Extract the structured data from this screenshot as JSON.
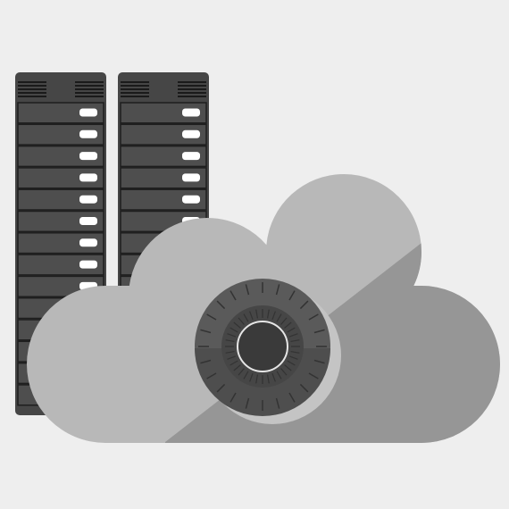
{
  "illustration": {
    "subject": "cloud-server-security",
    "icons": [
      "server-rack-icon",
      "server-rack-icon",
      "cloud-icon",
      "combination-lock-icon"
    ]
  },
  "colors": {
    "background": "#eeeeee",
    "rack_body": "#464646",
    "rack_slot": "#4e4e4e",
    "rack_slot_border": "#1e1e1e",
    "rack_vent": "#1a1a1a",
    "slot_indicator": "#ffffff",
    "cloud_light": "#b8b8b8",
    "cloud_dark": "#969696",
    "lock_halo": "#c4c4c4",
    "dial_outer": "#5a5a5a",
    "dial_outer_shade": "#4e4e4e",
    "dial_middle": "#464646",
    "dial_center": "#3a3a3a",
    "dial_ring": "#e6e6e6",
    "dial_ticks": "#333333"
  },
  "racks": [
    {
      "slots": 14
    },
    {
      "slots": 14
    }
  ]
}
